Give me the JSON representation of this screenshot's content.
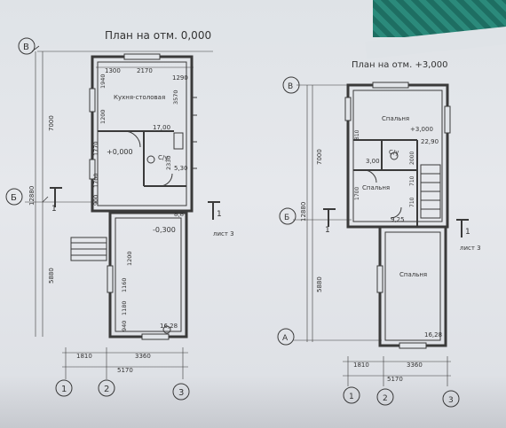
{
  "plan_left": {
    "title": "План на отм. 0,000",
    "axes": {
      "row_top": "В",
      "row_mid": "Б",
      "col_1": "1",
      "col_2": "2",
      "col_3": "3"
    },
    "dims_top": [
      "1300",
      "2170",
      "1290"
    ],
    "dims_left_outer": [
      "7000",
      "5880"
    ],
    "dim_left_overall": "12880",
    "dims_left_inner": [
      "1940",
      "1200",
      "1770",
      "1700",
      "900"
    ],
    "dims_lower_room": [
      "1200",
      "1160",
      "1180",
      "940"
    ],
    "dims_bottom": [
      "1810",
      "3360"
    ],
    "dim_bottom_total": "5170",
    "rooms": {
      "kitchen": "Кухня-столовая",
      "kitchen_area": "17,00",
      "wc": "С/у",
      "wc_area": "5,30",
      "dim_a": "3570",
      "dim_b": "2330",
      "hall_area": "8,8",
      "lower_area": "16,28"
    },
    "levels": [
      "+0,000",
      "-0,300"
    ],
    "section_mark": "1",
    "sheet_ref": "лист 3"
  },
  "plan_right": {
    "title": "План на отм. +3,000",
    "axes": {
      "row_top": "В",
      "row_mid": "Б",
      "row_bot": "А",
      "col_1": "1",
      "col_2": "2",
      "col_3": "3"
    },
    "dims_left_outer": [
      "7000",
      "5880"
    ],
    "dim_left_overall": "12880",
    "dims_left_inner": [
      "810",
      "1700",
      "710",
      "710"
    ],
    "dims_bottom": [
      "1810",
      "3360"
    ],
    "dim_bottom_total": "5170",
    "rooms": {
      "bedroom_top": "Спальня",
      "level": "+3,000",
      "area_top": "22,90",
      "wc": "С/у",
      "wc_area": "3,00",
      "bedroom_mid": "Спальня",
      "mid_area": "9,25",
      "bedroom_bottom": "Спальня",
      "bottom_area": "16,28",
      "dim_c": "2000"
    },
    "section_mark": "1",
    "sheet_ref": "лист 3"
  },
  "colors": {
    "paper": "#e2e5e9",
    "ink": "#333333",
    "fabric": "#2b8a7b"
  }
}
